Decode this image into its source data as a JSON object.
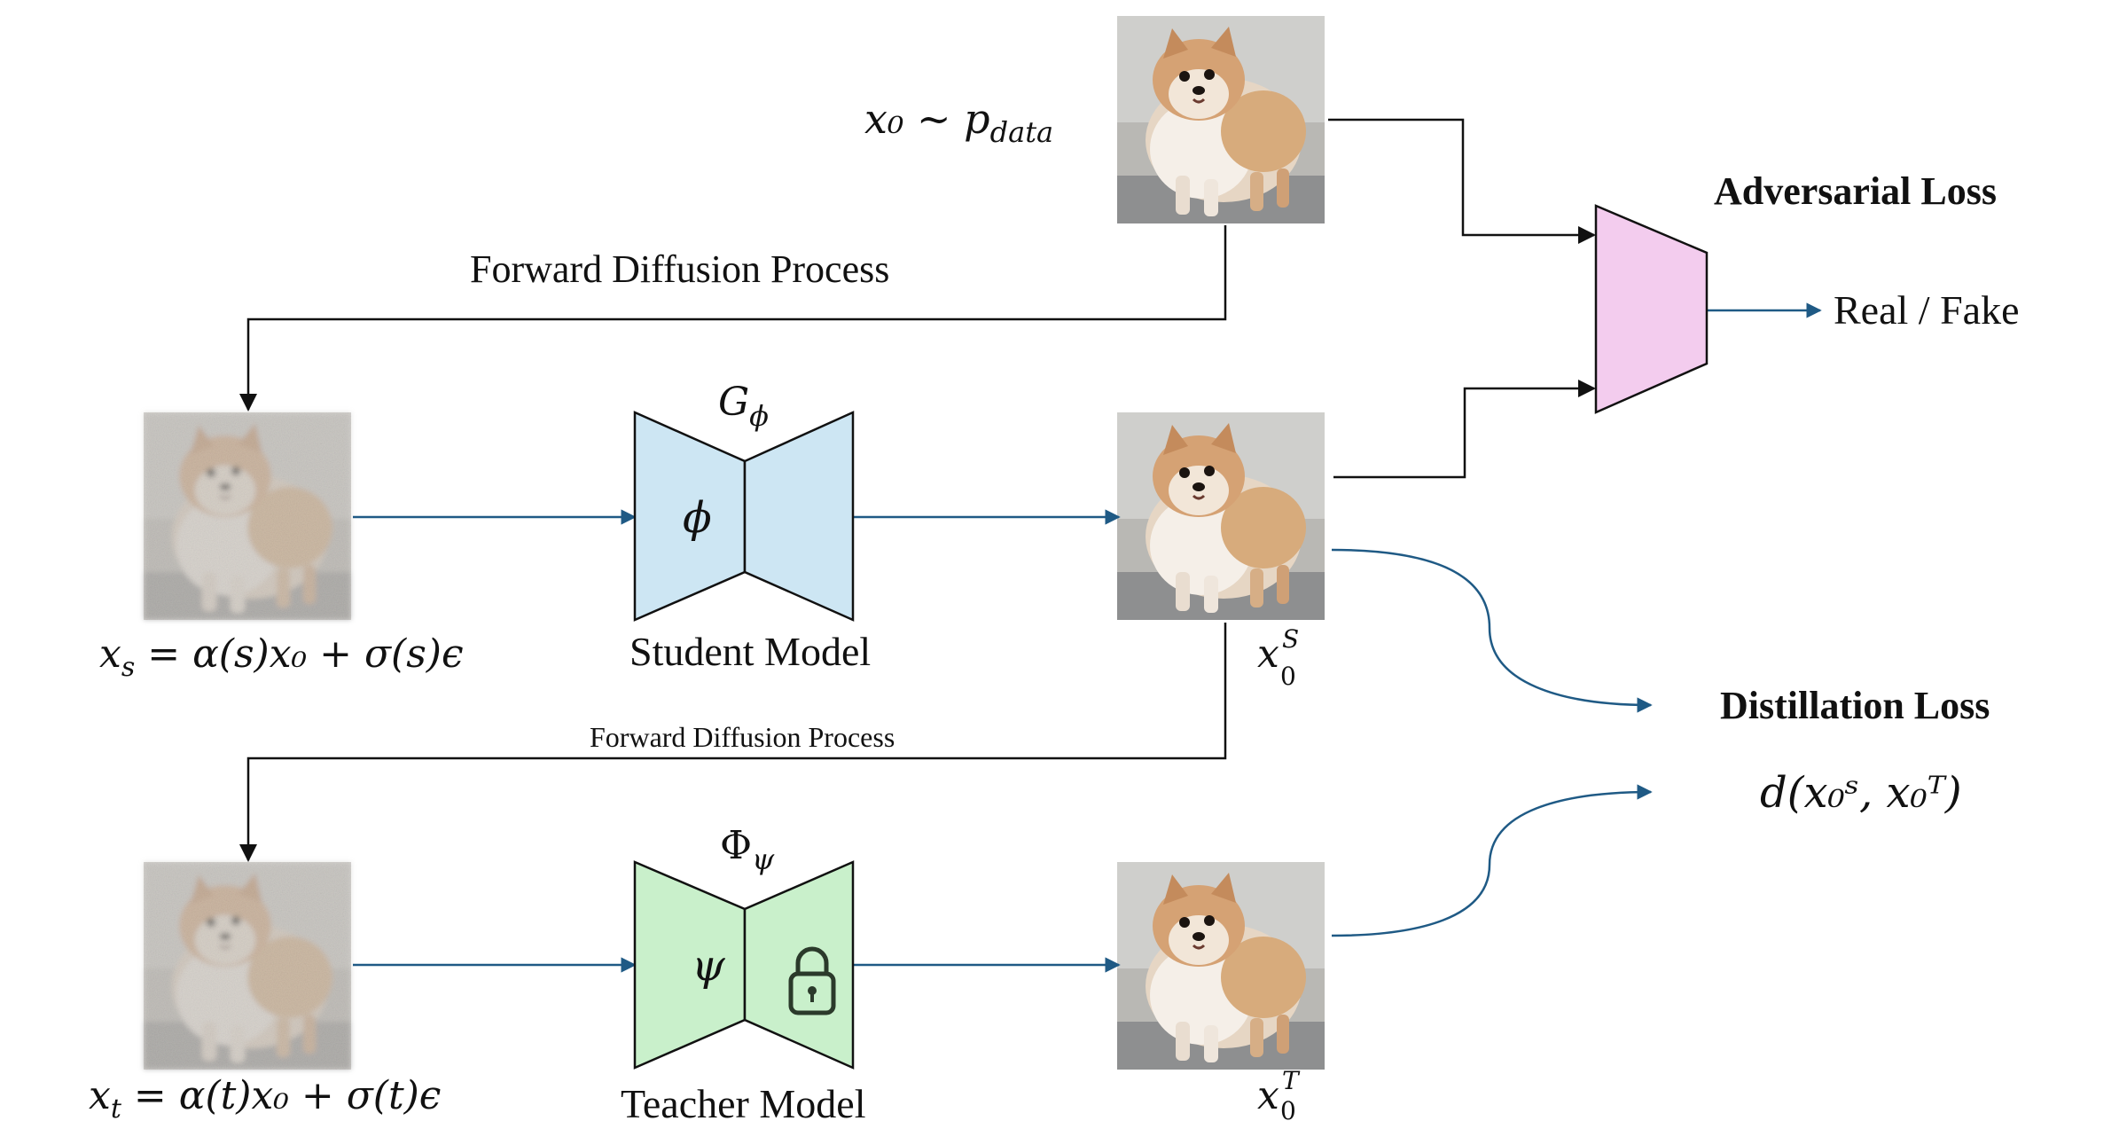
{
  "labels": {
    "x0_data": "x₀ ~ p",
    "x0_data_sub": "data",
    "forward_top": "Forward Diffusion Process",
    "forward_bottom": "Forward Diffusion Process",
    "student_symbol": "G",
    "student_symbol_sub": "ϕ",
    "student_param": "ϕ",
    "student_label": "Student Model",
    "teacher_symbol": "Φ",
    "teacher_symbol_sub": "ψ",
    "teacher_param": "ψ",
    "teacher_label": "Teacher Model",
    "xs_eq": "x",
    "xs_eq_sub": "s",
    "xs_eq_rest": " = α(s)x₀ + σ(s)ϵ",
    "xt_eq": "x",
    "xt_eq_sub": "t",
    "xt_eq_rest": " = α(t)x₀ + σ(t)ϵ",
    "x0s": "x",
    "x0s_sup": "S",
    "x0s_sub": "0",
    "x0t": "x",
    "x0t_sup": "T",
    "x0t_sub": "0",
    "adversarial_title": "Adversarial Loss",
    "real_fake": "Real / Fake",
    "distillation_title": "Distillation Loss",
    "distillation_formula": "d(x₀ˢ, x₀ᵀ)"
  },
  "icons": {
    "lock": "lock-icon",
    "dog": "dog-image"
  },
  "colors": {
    "student_fill": "#cde6f3",
    "teacher_fill": "#c9f0cb",
    "discriminator_fill": "#f3ccee",
    "arrow_blue": "#1f5a85",
    "arrow_black": "#111111"
  }
}
